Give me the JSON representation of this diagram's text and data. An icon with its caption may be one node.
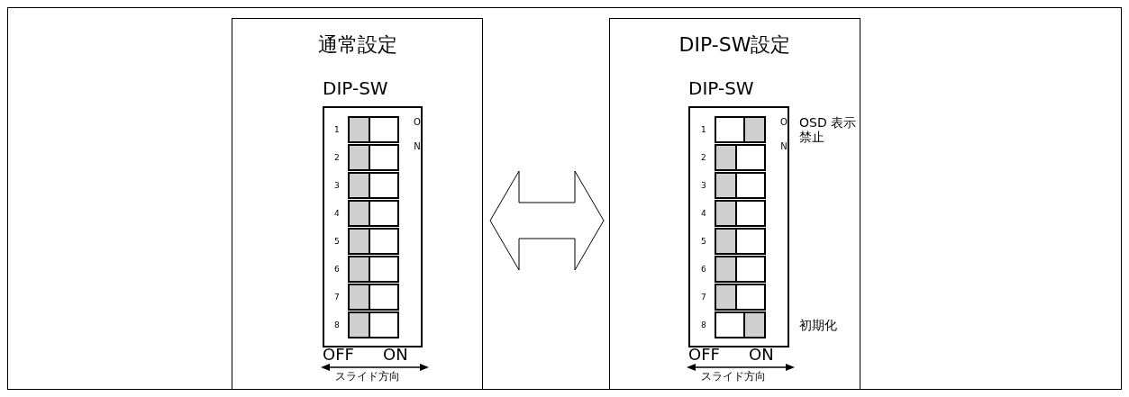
{
  "diagram": {
    "nodes": [
      {
        "text": [
          "通常設定"
        ]
      },
      {
        "text": [
          "DIP-SW"
        ],
        "in": 0
      },
      {
        "text": [],
        "shape": "box",
        "in": 1,
        "beside": [
          "1"
        ]
      },
      {
        "text": [],
        "shape": "box",
        "in": 1,
        "beside": [
          "2"
        ]
      },
      {
        "text": [],
        "shape": "box",
        "in": 1,
        "beside": [
          "3"
        ]
      },
      {
        "text": [],
        "shape": "box",
        "in": 1,
        "beside": [
          "4"
        ]
      },
      {
        "text": [],
        "shape": "box",
        "in": 1,
        "beside": [
          "5"
        ]
      },
      {
        "text": [],
        "shape": "box",
        "in": 1,
        "beside": [
          "6"
        ]
      },
      {
        "text": [],
        "shape": "box",
        "in": 1,
        "beside": [
          "7"
        ]
      },
      {
        "text": [],
        "shape": "box",
        "in": 1,
        "beside": [
          "8"
        ]
      },
      {
        "text": [
          "DIP-SW設定"
        ]
      },
      {
        "text": [
          "DIP-SW"
        ],
        "in": 10
      },
      {
        "text": [],
        "shape": "box",
        "in": 11,
        "beside": [
          "1",
          "OSD 表示禁止"
        ]
      },
      {
        "text": [],
        "shape": "box",
        "in": 11,
        "beside": [
          "2"
        ]
      },
      {
        "text": [],
        "shape": "box",
        "in": 11,
        "beside": [
          "3"
        ]
      },
      {
        "text": [],
        "shape": "box",
        "in": 11,
        "beside": [
          "4"
        ]
      },
      {
        "text": [],
        "shape": "box",
        "in": 11,
        "beside": [
          "5"
        ]
      },
      {
        "text": [],
        "shape": "box",
        "in": 11,
        "beside": [
          "6"
        ]
      },
      {
        "text": [],
        "shape": "box",
        "in": 11,
        "beside": [
          "7"
        ]
      },
      {
        "text": [],
        "shape": "box",
        "in": 11,
        "beside": [
          "8",
          "初期化"
        ]
      }
    ],
    "edges": [
      {
        "from": 0,
        "to": 10,
        "arrow": "both"
      }
    ],
    "labels": [
      "ON",
      "OFF",
      "ON",
      "スライド方向",
      "ON",
      "OFF",
      "ON",
      "スライド方向"
    ]
  }
}
